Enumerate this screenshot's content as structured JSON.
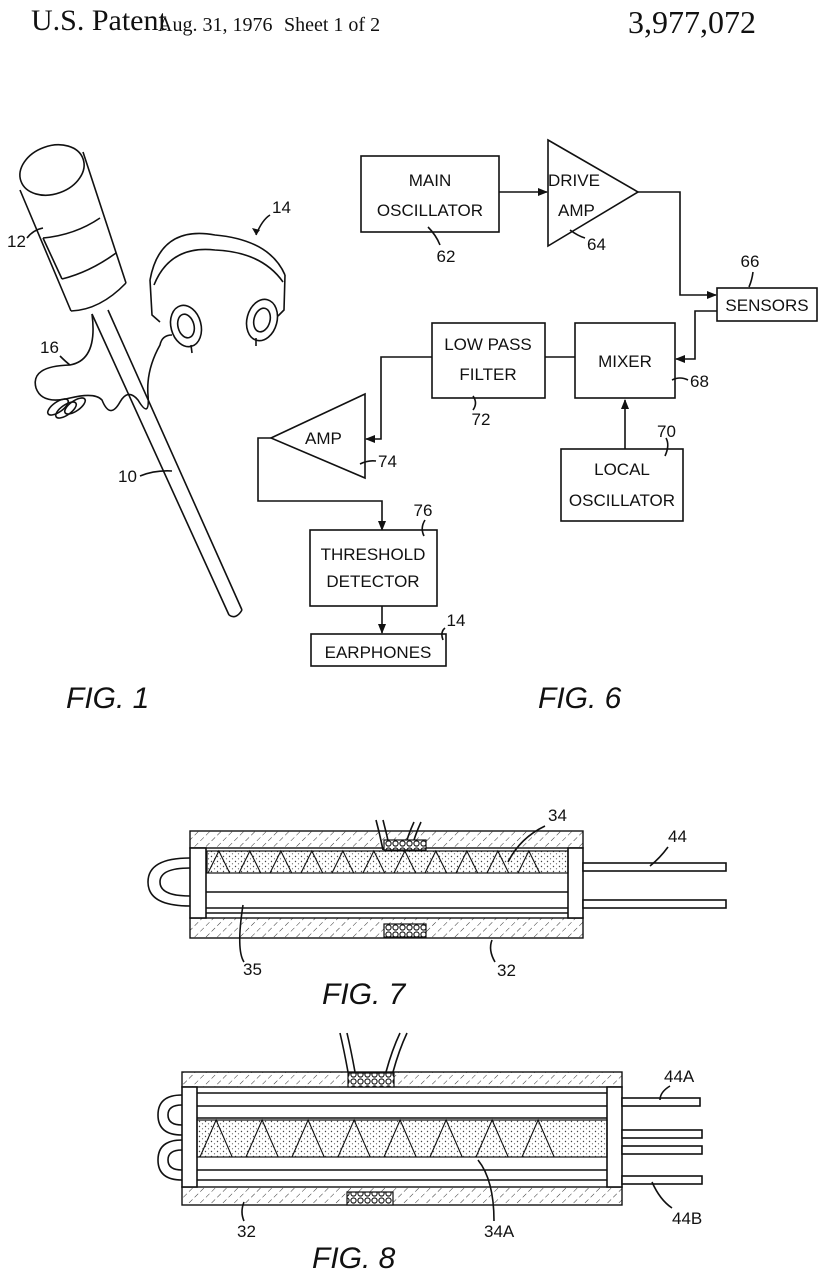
{
  "header": {
    "title": "U.S. Patent",
    "date": "Aug. 31, 1976",
    "sheet": "Sheet 1 of 2",
    "patent_number": "3,977,072"
  },
  "fig1": {
    "caption": "FIG. 1",
    "refs": {
      "probe": "10",
      "handle": "12",
      "earphones": "14",
      "cord": "16"
    }
  },
  "fig6": {
    "caption": "FIG. 6",
    "blocks": {
      "main_osc": {
        "line1": "MAIN",
        "line2": "OSCILLATOR",
        "ref": "62"
      },
      "drive_amp": {
        "line1": "DRIVE",
        "line2": "AMP",
        "ref": "64"
      },
      "sensors": {
        "line1": "SENSORS",
        "ref": "66"
      },
      "mixer": {
        "line1": "MIXER",
        "ref": "68"
      },
      "local_osc": {
        "line1": "LOCAL",
        "line2": "OSCILLATOR",
        "ref": "70"
      },
      "lpf": {
        "line1": "LOW PASS",
        "line2": "FILTER",
        "ref": "72"
      },
      "amp": {
        "line1": "AMP",
        "ref": "74"
      },
      "threshold": {
        "line1": "THRESHOLD",
        "line2": "DETECTOR",
        "ref": "76"
      },
      "earphones": {
        "line1": "EARPHONES",
        "ref": "14"
      }
    }
  },
  "fig7": {
    "caption": "FIG. 7",
    "refs": {
      "housing": "32",
      "core": "34",
      "tube": "35",
      "leads": "44"
    }
  },
  "fig8": {
    "caption": "FIG. 8",
    "refs": {
      "housing": "32",
      "core": "34A",
      "leads_a": "44A",
      "leads_b": "44B"
    }
  }
}
